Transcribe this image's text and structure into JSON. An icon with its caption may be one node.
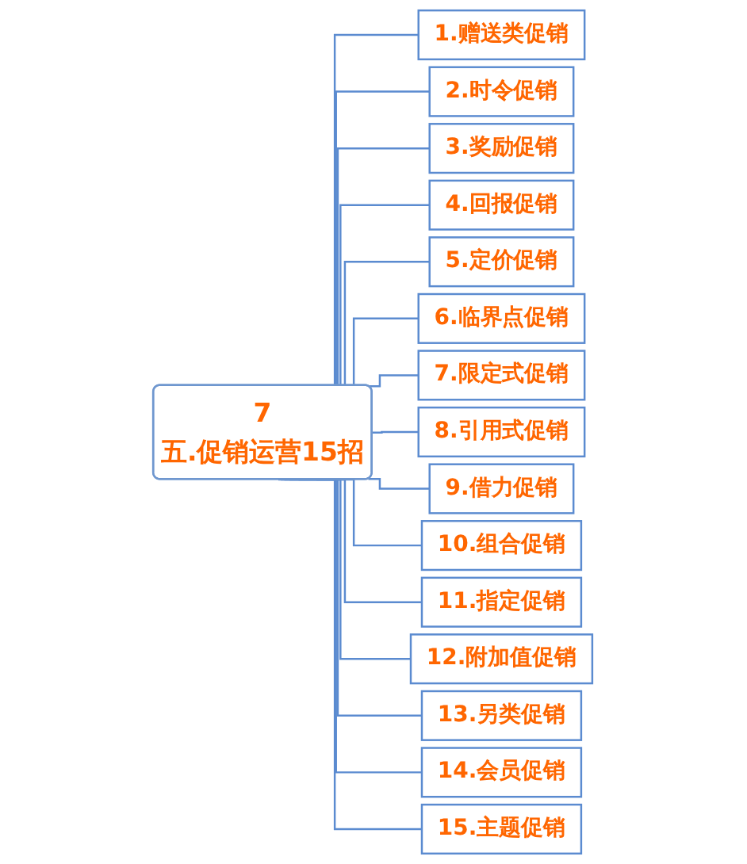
{
  "diagram": {
    "nodes": [
      {
        "text": [
          "7",
          "五.促销运营15招"
        ]
      },
      {
        "text": [
          "1.赠送类促销"
        ]
      },
      {
        "text": [
          "2.时令促销"
        ]
      },
      {
        "text": [
          "3.奖励促销"
        ]
      },
      {
        "text": [
          "4.回报促销"
        ]
      },
      {
        "text": [
          "5.定价促销"
        ]
      },
      {
        "text": [
          "6.临界点促销"
        ]
      },
      {
        "text": [
          "7.限定式促销"
        ]
      },
      {
        "text": [
          "8.引用式促销"
        ]
      },
      {
        "text": [
          "9.借力促销"
        ]
      },
      {
        "text": [
          "10.组合促销"
        ]
      },
      {
        "text": [
          "11.指定促销"
        ]
      },
      {
        "text": [
          "12.附加值促销"
        ]
      },
      {
        "text": [
          "13.另类促销"
        ]
      },
      {
        "text": [
          "14.会员促销"
        ]
      },
      {
        "text": [
          "15.主题促销"
        ]
      }
    ],
    "edges": [
      {
        "from": 0,
        "to": 1,
        "arrow": "none"
      },
      {
        "from": 0,
        "to": 2,
        "arrow": "none"
      },
      {
        "from": 0,
        "to": 3,
        "arrow": "none"
      },
      {
        "from": 0,
        "to": 4,
        "arrow": "none"
      },
      {
        "from": 0,
        "to": 5,
        "arrow": "none"
      },
      {
        "from": 0,
        "to": 6,
        "arrow": "none"
      },
      {
        "from": 0,
        "to": 7,
        "arrow": "none"
      },
      {
        "from": 0,
        "to": 8,
        "arrow": "none"
      },
      {
        "from": 0,
        "to": 9,
        "arrow": "none"
      },
      {
        "from": 0,
        "to": 10,
        "arrow": "none"
      },
      {
        "from": 0,
        "to": 11,
        "arrow": "none"
      },
      {
        "from": 0,
        "to": 12,
        "arrow": "none"
      },
      {
        "from": 0,
        "to": 13,
        "arrow": "none"
      },
      {
        "from": 0,
        "to": 14,
        "arrow": "none"
      },
      {
        "from": 0,
        "to": 15,
        "arrow": "none"
      }
    ]
  }
}
